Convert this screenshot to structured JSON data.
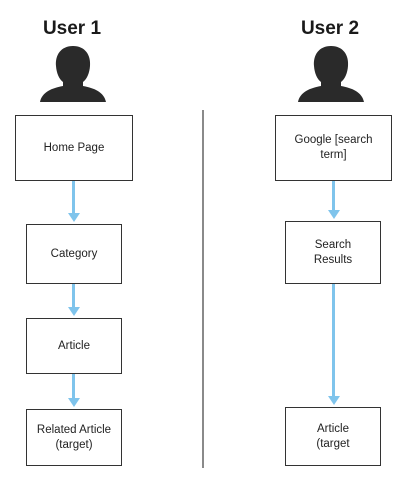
{
  "user1": {
    "title": "User 1",
    "steps": [
      "Home Page",
      "Category",
      "Article",
      "Related Article\n(target)"
    ]
  },
  "user2": {
    "title": "User 2",
    "steps": [
      "Google [search\nterm]",
      "Search\nResults",
      "Article\n(target"
    ]
  },
  "icons": {
    "avatar": "user-silhouette-icon",
    "arrow": "down-arrow-icon"
  },
  "colors": {
    "arrow": "#7fc4ec",
    "box_border": "#333333",
    "divider": "#8a8a8a",
    "avatar": "#2a2a2a"
  }
}
